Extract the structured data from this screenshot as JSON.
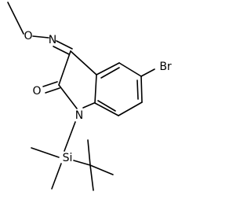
{
  "structure": {
    "atoms": {
      "nitrogen_oxime": "N",
      "oxygen_oxime": "O",
      "oxygen_carbonyl": "O",
      "nitrogen_ring": "N",
      "bromine": "Br",
      "silicon": "Si"
    },
    "colors": {
      "bond": "#000000",
      "label": "#000000",
      "background": "#ffffff"
    }
  }
}
